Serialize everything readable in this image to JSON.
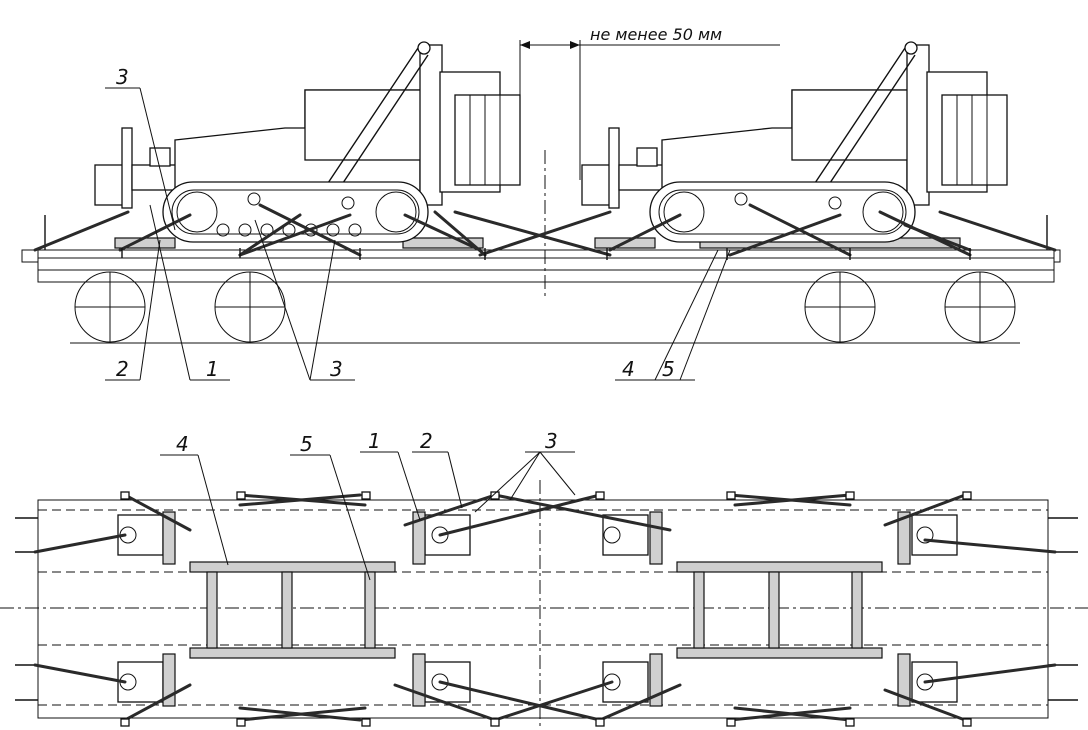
{
  "clearance_note": "не менее 50 мм",
  "side_view": {
    "callouts": [
      "3",
      "2",
      "1",
      "3",
      "4",
      "5"
    ]
  },
  "top_view": {
    "callouts": [
      "4",
      "5",
      "1",
      "2",
      "3"
    ]
  }
}
